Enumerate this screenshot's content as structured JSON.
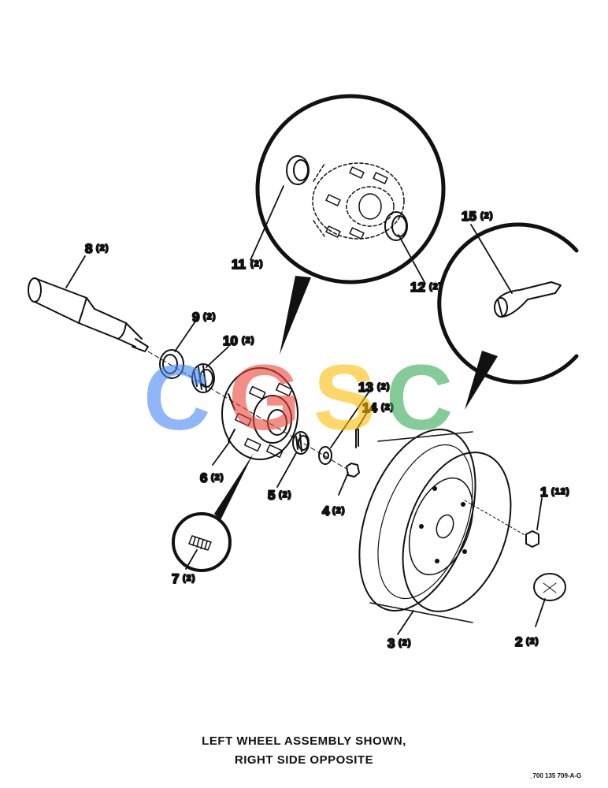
{
  "callouts": [
    {
      "number": "1",
      "qty": "(12)"
    },
    {
      "number": "2",
      "qty": "(2)"
    },
    {
      "number": "3",
      "qty": "(2)"
    },
    {
      "number": "4",
      "qty": "(2)"
    },
    {
      "number": "5",
      "qty": "(2)"
    },
    {
      "number": "6",
      "qty": "(2)"
    },
    {
      "number": "7",
      "qty": "(2)"
    },
    {
      "number": "8",
      "qty": "(2)"
    },
    {
      "number": "9",
      "qty": "(2)"
    },
    {
      "number": "10",
      "qty": "(2)"
    },
    {
      "number": "11",
      "qty": "(2)"
    },
    {
      "number": "12",
      "qty": "(2)"
    },
    {
      "number": "13",
      "qty": "(2)"
    },
    {
      "number": "14",
      "qty": "(2)"
    },
    {
      "number": "15",
      "qty": "(2)"
    }
  ],
  "caption": {
    "line1": "LEFT WHEEL ASSEMBLY SHOWN,",
    "line2": "RIGHT SIDE OPPOSITE"
  },
  "document_number": "_700 135 709-A-G",
  "watermark": {
    "text": "CGSC",
    "letters": [
      {
        "char": "C",
        "color": "#4285F4"
      },
      {
        "char": "G",
        "color": "#EA4335"
      },
      {
        "char": "S",
        "color": "#FBBC05"
      },
      {
        "char": "C",
        "color": "#34A853"
      }
    ],
    "opacity": 0.6
  },
  "colors": {
    "line": "#111111",
    "paper": "#ffffff"
  }
}
